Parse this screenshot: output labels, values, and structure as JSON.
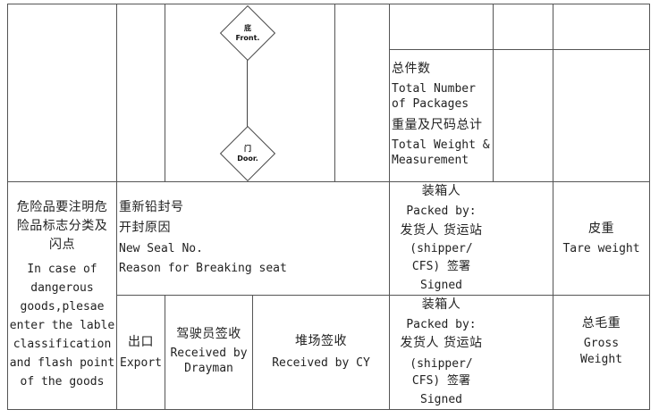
{
  "diagram": {
    "front_cn": "底",
    "front_en": "Front.",
    "door_cn": "门",
    "door_en": "Door."
  },
  "totals": {
    "packages_cn": "总件数",
    "packages_en_1": "Total Number",
    "packages_en_2": "of Packages",
    "weight_cn": "重量及尺码总计",
    "weight_en_1": "Total Weight &",
    "weight_en_2": "Measurement"
  },
  "dangerous": {
    "cn_1": "危险品要注明危",
    "cn_2": "险品标志分类及",
    "cn_3": "闪点",
    "en": [
      "In case of",
      "dangerous",
      "goods,plesae",
      "enter the lable",
      "classification",
      "and flash point",
      "of the goods"
    ]
  },
  "seal": {
    "cn_1": "重新铅封号",
    "cn_2": "开封原因",
    "en_1": "New Seal No.",
    "en_2": "Reason for Breaking seat"
  },
  "packed_upper": {
    "cn_1": "装箱人",
    "en_1": "Packed by:",
    "cn_2": "发货人 货运站",
    "en_2": "(shipper/",
    "en_3": "CFS) 签署",
    "en_4": "Signed"
  },
  "tare": {
    "cn": "皮重",
    "en": "Tare weight"
  },
  "export": {
    "cn": "出口",
    "en": "Export"
  },
  "drayman": {
    "cn": "驾驶员签收",
    "en_1": "Received by",
    "en_2": "Drayman"
  },
  "cy": {
    "cn": "堆场签收",
    "en": "Received by CY"
  },
  "packed_lower": {
    "cn_1": "装箱人",
    "en_1": "Packed by:",
    "cn_2": "发货人 货运站",
    "en_2": "(shipper/",
    "en_3": "CFS) 签署",
    "en_4": "Signed"
  },
  "gross": {
    "cn": "总毛重",
    "en_1": "Gross",
    "en_2": "Weight"
  }
}
